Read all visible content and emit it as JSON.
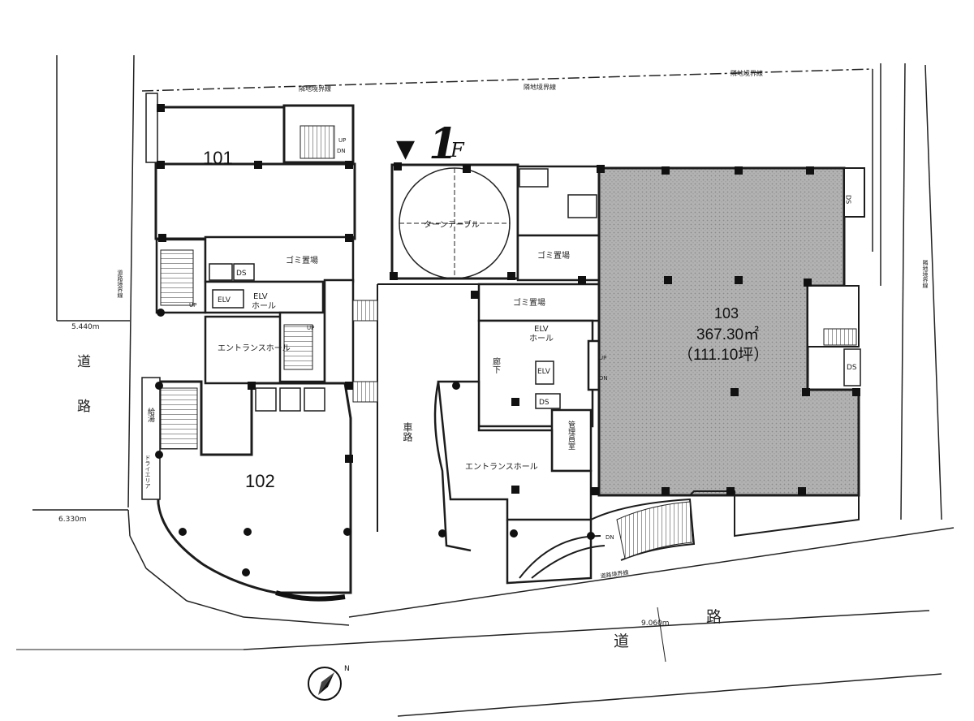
{
  "floor": {
    "marker": "▼",
    "number": "1",
    "letter": "F"
  },
  "units": {
    "u101": "101",
    "u102": "102",
    "u103": {
      "name": "103",
      "area_m2": "367.30㎡",
      "area_tsubo": "（111.10坪）"
    }
  },
  "rooms": {
    "gomi": "ゴミ置場",
    "elv": "ELV",
    "hall": "ホール",
    "elv_hall": "ELVホール",
    "entrance_hall": "エントランスホール",
    "turntable": "ターンテーブル",
    "kanri": "管理員室",
    "rouka": "廊下",
    "kyuto": "給湯",
    "dryarea": "ドライエリア",
    "ds": "DS",
    "up": "UP",
    "dn": "DN",
    "shadou": "車路"
  },
  "boundaries": {
    "rinchi": "隣地境界線",
    "douro": "道路境界線"
  },
  "roads": {
    "char1": "道",
    "char2": "路",
    "width_left_upper": "5.440m",
    "width_left_lower": "6.330m",
    "width_bottom": "9.060m"
  },
  "compass": {
    "letter": "N"
  },
  "colors": {
    "ink": "#1c1c1c",
    "tenant_fill": "#a9a9a9",
    "paper": "#ffffff"
  }
}
